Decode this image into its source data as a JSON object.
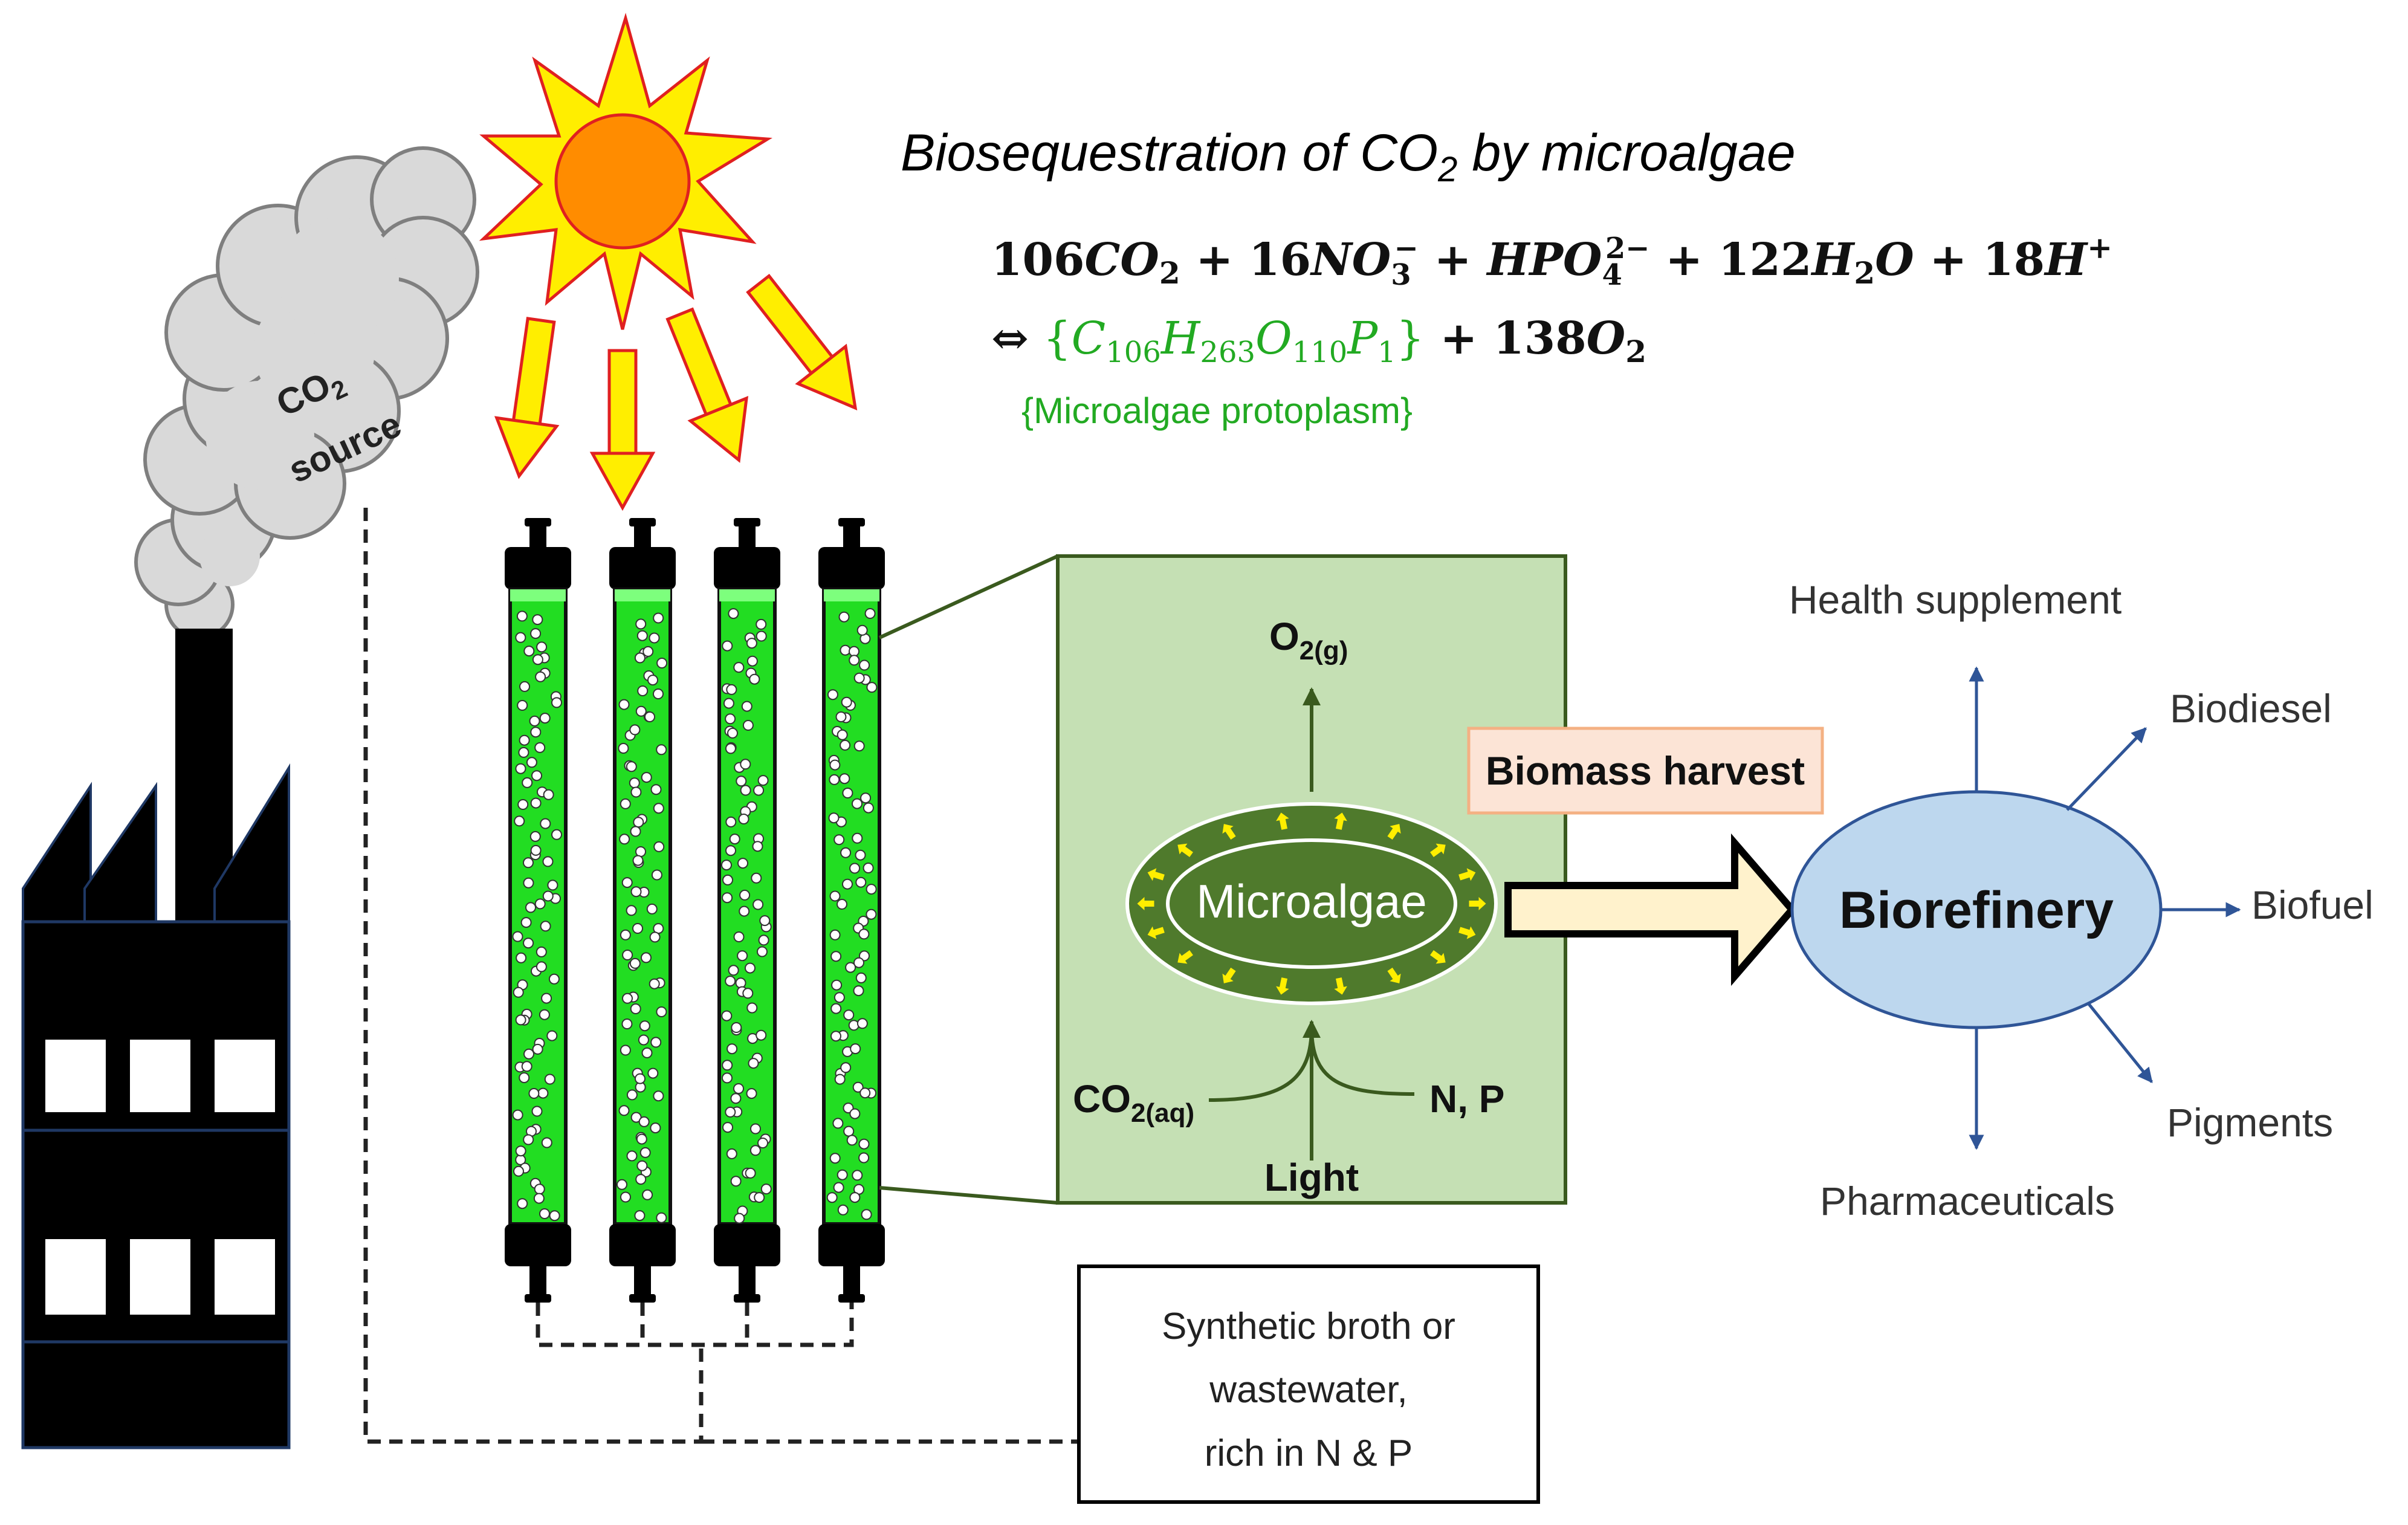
{
  "title": {
    "main": "Biosequestration of CO",
    "sub": "2",
    "rest": " by microalgae"
  },
  "equation": {
    "line1": {
      "c1": "106",
      "co": "CO",
      "co_sub": "2",
      "plus1": " + ",
      "c2": "16",
      "no": "NO",
      "no_sub": "3",
      "no_sup": "−",
      "plus2": " + ",
      "hpo": "HPO",
      "hpo_sub": "4",
      "hpo_sup": "2−",
      "plus3": " + ",
      "c3": "122",
      "h2o_h": "H",
      "h2o_sub": "2",
      "h2o_o": "O",
      "plus4": " + ",
      "c4": "18",
      "hp": "H",
      "hp_sup": "+"
    },
    "line2": {
      "arrow": "⇔",
      "open": " {",
      "c": "C",
      "c_sub": "106",
      "h": "H",
      "h_sub": "263",
      "o": "O",
      "o_sub": "110",
      "p": "P",
      "p_sub": "1",
      "close": "}",
      "plus": " + ",
      "c5": "138",
      "o2": "O",
      "o2_sub": "2"
    },
    "protoplasm_label": "{Microalgae protoplasm}"
  },
  "co2_source": {
    "line1": "CO",
    "line1_sub": "2",
    "line2": "source"
  },
  "cell": {
    "label": "Microalgae",
    "o2_label": "O",
    "o2_sub": "2(g)",
    "co2_label": "CO",
    "co2_sub": "2(aq)",
    "np_label": "N, P",
    "light_label": "Light"
  },
  "biomass_label": "Biomass harvest",
  "biorefinery_label": "Biorefinery",
  "products": {
    "health": "Health supplement",
    "biodiesel": "Biodiesel",
    "biofuel": "Biofuel",
    "pigments": "Pigments",
    "pharma": "Pharmaceuticals"
  },
  "broth": {
    "line1": "Synthetic broth or",
    "line2": "wastewater,",
    "line3": "rich in N & P"
  },
  "colors": {
    "sun_core": "#ff8c00",
    "sun_rays": "#ffee00",
    "ray_outline": "#e02020",
    "algae_green": "#22dd22",
    "inset_bg": "#c5e0b4",
    "cell_dark": "#4f7a2c",
    "biorefinery": "#bdd7ee",
    "biomass_box": "#fce4d6",
    "formula_green": "#22aa22",
    "product_arrow": "#2f5597"
  },
  "icons": [
    "sun-icon",
    "factory-icon",
    "smoke-cloud-icon",
    "photobioreactor-icon",
    "microalgae-cell-icon",
    "arrow-icon"
  ]
}
